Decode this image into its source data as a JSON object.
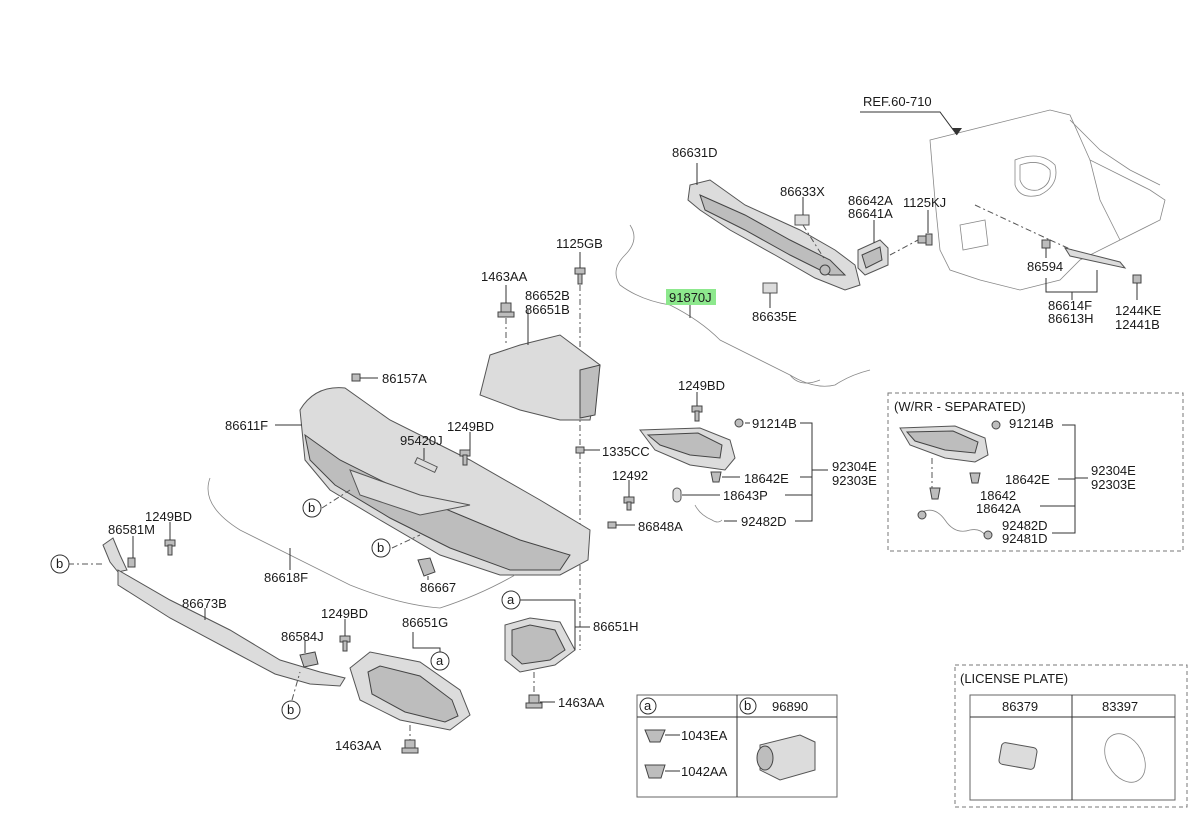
{
  "diagram": {
    "labels": {
      "ref_60_710": "REF.60-710",
      "p86631D": "86631D",
      "p86633X": "86633X",
      "p86642A": "86642A",
      "p86641A": "86641A",
      "p1125KJ": "1125KJ",
      "p86594": "86594",
      "p86614F": "86614F",
      "p86613H": "86613H",
      "p1244KE": "1244KE",
      "p12441B": "12441B",
      "p86635E": "86635E",
      "p1125GB": "1125GB",
      "p91870J": "91870J",
      "p1463AA_top": "1463AA",
      "p86652B": "86652B",
      "p86651B": "86651B",
      "p86157A": "86157A",
      "p86611F": "86611F",
      "p95420J": "95420J",
      "p1249BD_mid": "1249BD",
      "p1335CC": "1335CC",
      "p12492": "12492",
      "p86848A": "86848A",
      "p1249BD_lamp": "1249BD",
      "p91214B": "91214B",
      "p18642E": "18642E",
      "p18643P": "18643P",
      "p92482D": "92482D",
      "p92304E": "92304E",
      "p92303E": "92303E",
      "wrr_title": "(W/RR - SEPARATED)",
      "wrr_91214B": "91214B",
      "wrr_18642E": "18642E",
      "wrr_18642": "18642",
      "wrr_18642A": "18642A",
      "wrr_92304E": "92304E",
      "wrr_92303E": "92303E",
      "wrr_92482D": "92482D",
      "wrr_92481D": "92481D",
      "p1249BD_left": "1249BD",
      "p86581M": "86581M",
      "p86618F": "86618F",
      "p86667": "86667",
      "p86673B": "86673B",
      "p1249BD_low": "1249BD",
      "p86584J": "86584J",
      "p86651G": "86651G",
      "p86651H": "86651H",
      "p1463AA_right": "1463AA",
      "p1463AA_bottom": "1463AA",
      "table_a_1043EA": "1043EA",
      "table_a_1042AA": "1042AA",
      "table_b_96890": "96890",
      "license_title": "(LICENSE PLATE)",
      "license_86379": "86379",
      "license_83397": "83397"
    },
    "callouts": {
      "a": "a",
      "b": "b"
    },
    "colors": {
      "highlight": "#8de88d",
      "part_fill": "#dcdcdc",
      "line": "#333333"
    }
  }
}
